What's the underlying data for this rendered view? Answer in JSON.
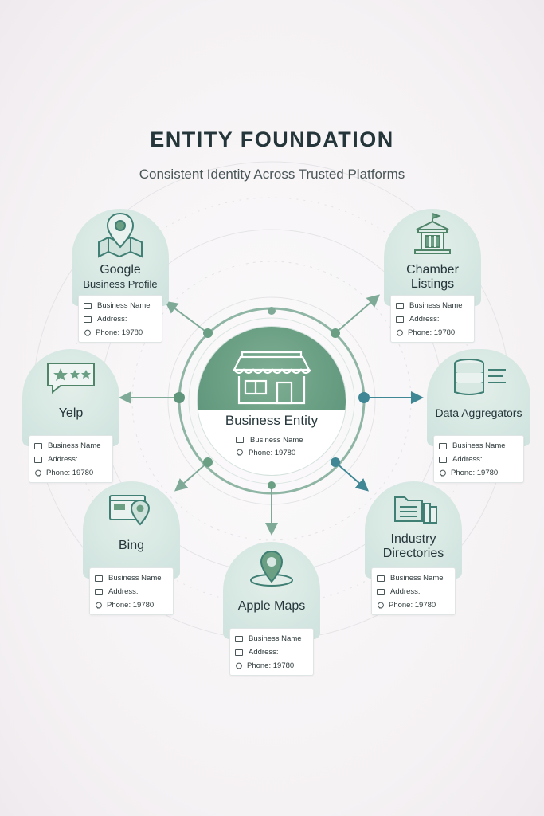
{
  "title": "ENTITY FOUNDATION",
  "subtitle": "Consistent Identity Across Trusted Platforms",
  "center": {
    "label": "Business Entity",
    "rows": [
      "Business Name",
      "Phone: 19780"
    ]
  },
  "nodes": [
    {
      "id": "google",
      "label_line1": "Google",
      "label_line2": "Business Profile",
      "icon": "map-pin-icon",
      "rows": [
        "Business Name",
        "Address:",
        "Phone: 19780"
      ]
    },
    {
      "id": "chamber",
      "label_line1": "Chamber",
      "label_line2": "Listings",
      "icon": "building-icon",
      "rows": [
        "Business Name",
        "Address:",
        "Phone: 19780"
      ]
    },
    {
      "id": "yelp",
      "label_line1": "Yelp",
      "label_line2": "",
      "icon": "review-stars-icon",
      "rows": [
        "Business Name",
        "Address:",
        "Phone: 19780"
      ]
    },
    {
      "id": "aggregators",
      "label_line1": "Data Aggregators",
      "label_line2": "",
      "icon": "database-icon",
      "rows": [
        "Business Name",
        "Address:",
        "Phone: 19780"
      ]
    },
    {
      "id": "bing",
      "label_line1": "Bing",
      "label_line2": "",
      "icon": "browser-pin-icon",
      "rows": [
        "Business Name",
        "Address:",
        "Phone: 19780"
      ]
    },
    {
      "id": "industry",
      "label_line1": "Industry",
      "label_line2": "Directories",
      "icon": "folders-icon",
      "rows": [
        "Business Name",
        "Address:",
        "Phone: 19780"
      ]
    },
    {
      "id": "apple",
      "label_line1": "Apple Maps",
      "label_line2": "",
      "icon": "location-pin-icon",
      "rows": [
        "Business Name",
        "Address:",
        "Phone: 19780"
      ]
    }
  ],
  "colors": {
    "accent": "#6a9f84",
    "accent_dark": "#4f8469",
    "connector": "#7faa98",
    "node_teal": "#3f8794",
    "bubble": "#d7e8e3"
  }
}
